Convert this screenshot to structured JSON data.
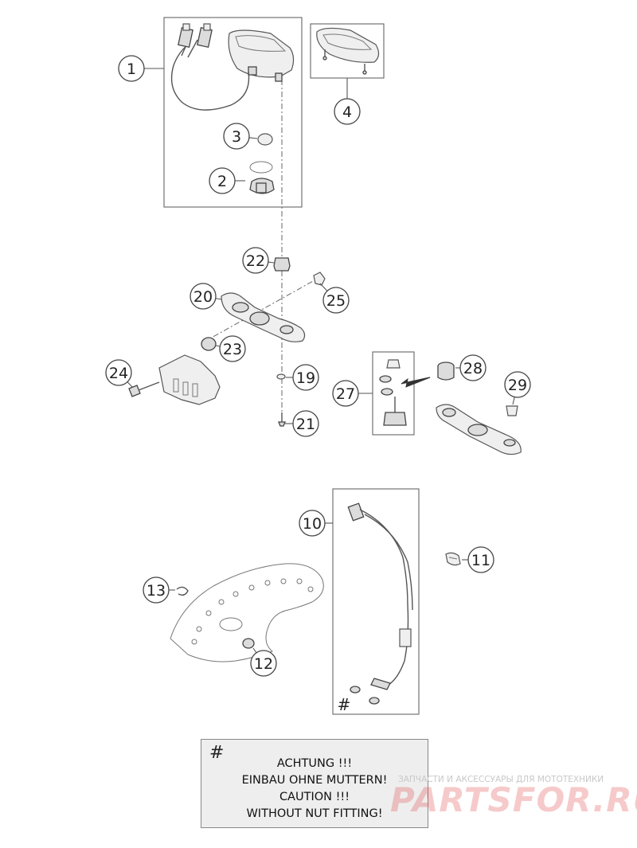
{
  "callouts": [
    {
      "id": "1",
      "label": "1"
    },
    {
      "id": "2",
      "label": "2"
    },
    {
      "id": "3",
      "label": "3"
    },
    {
      "id": "4",
      "label": "4"
    },
    {
      "id": "10",
      "label": "10"
    },
    {
      "id": "11",
      "label": "11"
    },
    {
      "id": "12",
      "label": "12"
    },
    {
      "id": "13",
      "label": "13"
    },
    {
      "id": "19",
      "label": "19"
    },
    {
      "id": "20",
      "label": "20"
    },
    {
      "id": "21",
      "label": "21"
    },
    {
      "id": "22",
      "label": "22"
    },
    {
      "id": "23",
      "label": "23"
    },
    {
      "id": "24",
      "label": "24"
    },
    {
      "id": "25",
      "label": "25"
    },
    {
      "id": "27",
      "label": "27"
    },
    {
      "id": "28",
      "label": "28"
    },
    {
      "id": "29",
      "label": "29"
    }
  ],
  "cable_marker": "#",
  "note": {
    "hash": "#",
    "lines": [
      "ACHTUNG !!!",
      "EINBAU OHNE MUTTERN!",
      "CAUTION !!!",
      "WITHOUT NUT FITTING!"
    ]
  },
  "watermark": {
    "tagline": "ЗАПЧАСТИ И АКСЕССУАРЫ ДЛЯ МОТОТЕХНИКИ",
    "logo": "PARTSFOR.RU"
  }
}
